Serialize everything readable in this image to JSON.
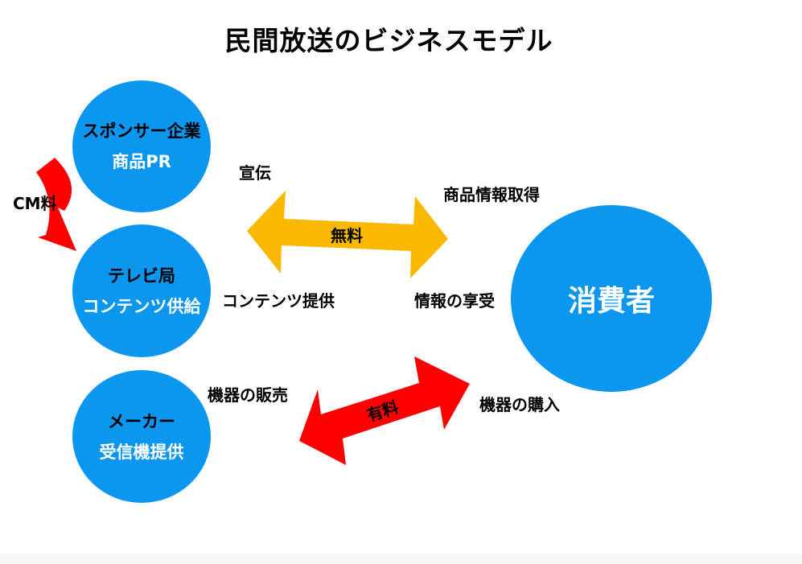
{
  "title": "民間放送のビジネスモデル",
  "sponsor": {
    "line1": "スポンサー企業",
    "line2": "商品PR"
  },
  "broadcaster": {
    "line1": "テレビ局",
    "line2": "コンテンツ供給"
  },
  "maker": {
    "line1": "メーカー",
    "line2": "受信機提供"
  },
  "consumer": {
    "label": "消費者"
  },
  "labels": {
    "cm_fee": "CM料",
    "advertising": "宣伝",
    "content_provision": "コンテンツ提供",
    "product_info": "商品情報取得",
    "info_enjoyment": "情報の享受",
    "device_sales": "機器の販売",
    "device_purchase": "機器の購入"
  },
  "arrows": {
    "free": "無料",
    "paid": "有料"
  },
  "colors": {
    "circle": "#0b97f0",
    "free_arrow": "#fbb800",
    "paid_arrow": "#ff0000",
    "cm_arrow": "#ff0000"
  }
}
